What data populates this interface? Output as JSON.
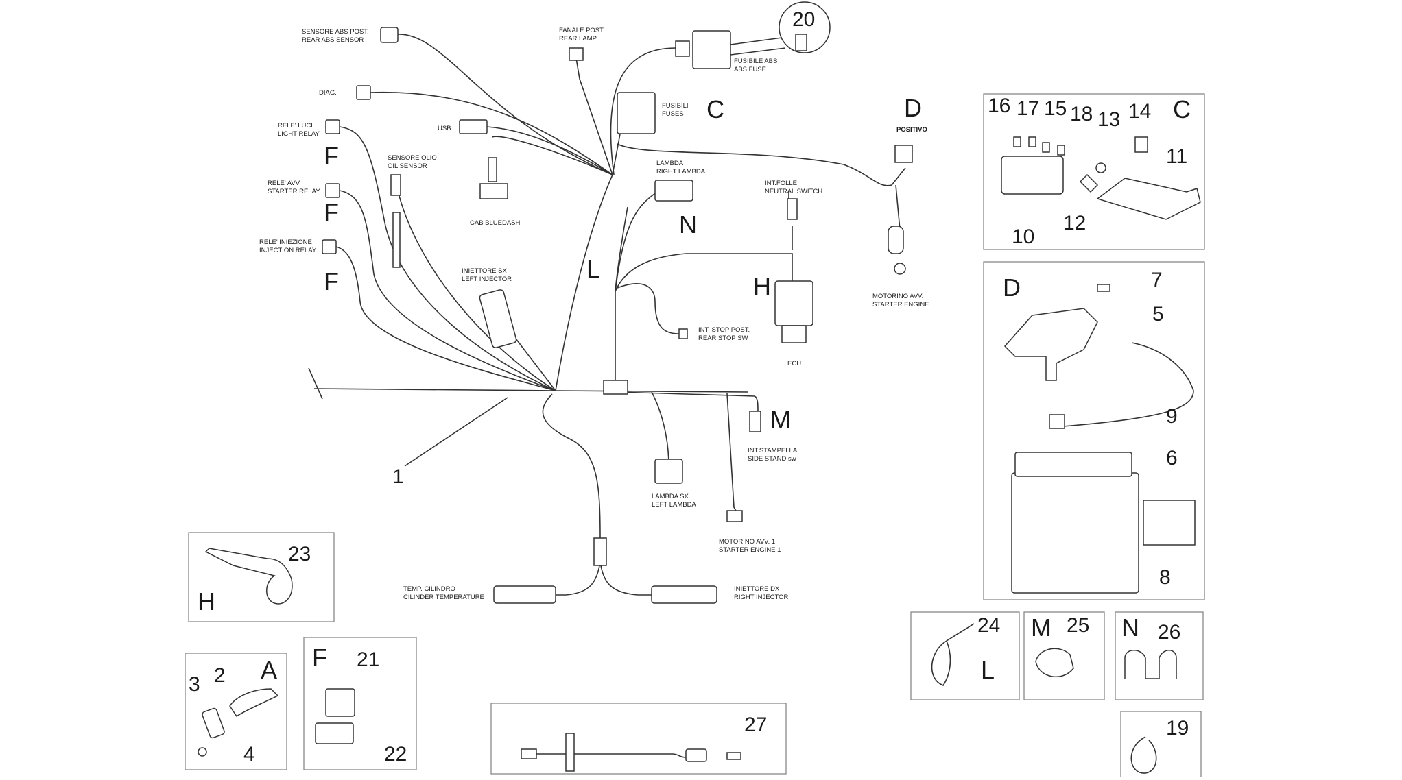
{
  "labels": {
    "rear_abs_sensor": [
      "SENSORE ABS POST.",
      "REAR ABS SENSOR"
    ],
    "rear_lamp": [
      "FANALE POST.",
      "REAR LAMP"
    ],
    "abs_fuse": [
      "FUSIBILE ABS",
      "ABS FUSE"
    ],
    "diag": [
      "DIAG."
    ],
    "fuses": [
      "FUSIBILI",
      "FUSES"
    ],
    "usb": [
      "USB"
    ],
    "light_relay": [
      "RELE' LUCI",
      "LIGHT RELAY"
    ],
    "oil_sensor": [
      "SENSORE OLIO",
      "OIL SENSOR"
    ],
    "cab_bluedash": [
      "CAB BLUEDASH"
    ],
    "right_lambda": [
      "LAMBDA",
      "RIGHT LAMBDA"
    ],
    "positive": [
      "POSITIVO"
    ],
    "starter_relay": [
      "RELE' AVV.",
      "STARTER RELAY"
    ],
    "neutral_switch": [
      "INT.FOLLE",
      "NEUTRAL SWITCH"
    ],
    "injection_relay": [
      "RELE' INIEZIONE",
      "INJECTION RELAY"
    ],
    "left_injector": [
      "INIETTORE SX",
      "LEFT INJECTOR"
    ],
    "starter_engine": [
      "MOTORINO AVV.",
      "STARTER ENGINE"
    ],
    "rear_stop_sw": [
      "INT. STOP POST.",
      "REAR STOP SW"
    ],
    "ecu": [
      "ECU"
    ],
    "side_stand": [
      "INT.STAMPELLA",
      "SIDE STAND sw"
    ],
    "left_lambda": [
      "LAMBDA  SX",
      "LEFT LAMBDA"
    ],
    "starter_engine_1": [
      "MOTORINO AVV. 1",
      "STARTER ENGINE 1"
    ],
    "cyl_temp": [
      "TEMP. CILINDRO",
      "CILINDER TEMPERATURE"
    ],
    "right_injector": [
      "INIETTORE DX",
      "RIGHT INJECTOR"
    ]
  },
  "letters": {
    "C": "C",
    "D": "D",
    "F": "F",
    "N": "N",
    "L": "L",
    "H": "H",
    "M": "M",
    "A": "A"
  },
  "numbers": {
    "n1": "1",
    "n2": "2",
    "n3": "3",
    "n4": "4",
    "n5": "5",
    "n6": "6",
    "n7": "7",
    "n8": "8",
    "n9": "9",
    "n10": "10",
    "n11": "11",
    "n12": "12",
    "n13": "13",
    "n14": "14",
    "n15": "15",
    "n16": "16",
    "n17": "17",
    "n18": "18",
    "n19": "19",
    "n20": "20",
    "n21": "21",
    "n22": "22",
    "n23": "23",
    "n24": "24",
    "n25": "25",
    "n26": "26",
    "n27": "27"
  }
}
